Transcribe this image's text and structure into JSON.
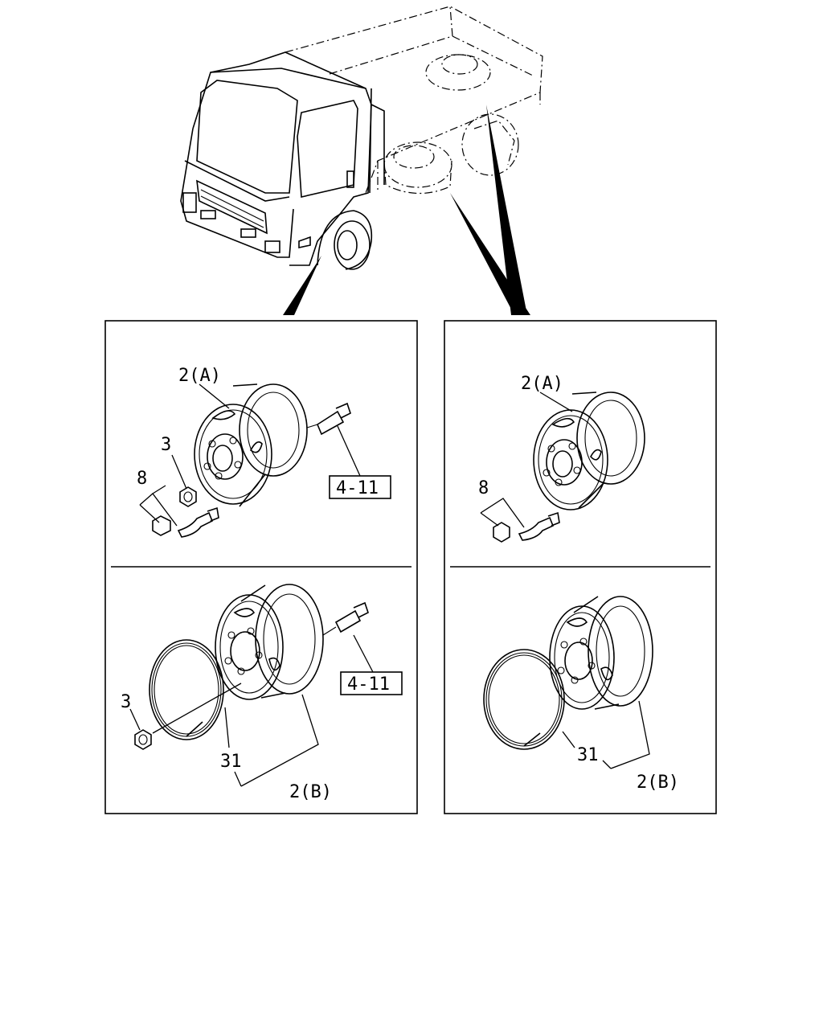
{
  "labels": {
    "left_top_wheel": "2(A)",
    "left_top_nut": "3",
    "left_top_valve": "8",
    "left_top_ref": "4-11",
    "left_bottom_nut": "3",
    "left_bottom_ring": "31",
    "left_bottom_wheel": "2(B)",
    "left_bottom_ref": "4-11",
    "right_top_wheel": "2(A)",
    "right_top_valve": "8",
    "right_bottom_ring": "31",
    "right_bottom_wheel": "2(B)"
  },
  "icons": {
    "truck": "truck-outline",
    "wheel": "wheel-disc",
    "ring": "side-ring",
    "nut": "hex-nut",
    "valve": "tire-valve",
    "hub_bolt": "hub-bolt"
  }
}
